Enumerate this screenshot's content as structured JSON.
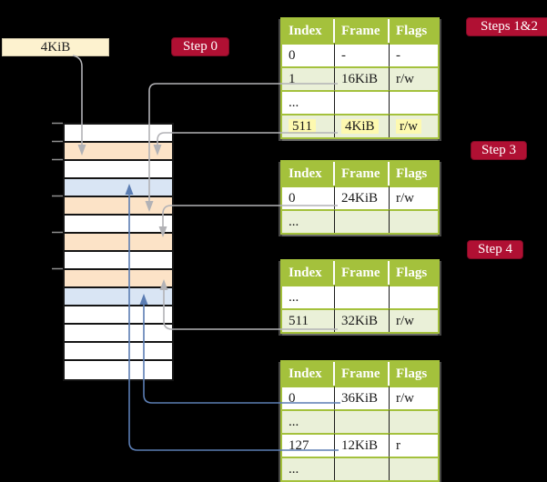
{
  "frame_size_label": "4KiB",
  "steps": {
    "step0": "Step 0",
    "steps12": "Steps 1&2",
    "step3": "Step 3",
    "step4": "Step 4"
  },
  "colors": {
    "table_header_green": "#a4c13c",
    "table_row_green": "#eaf0d8",
    "highlight_yellow": "#fdf9b0",
    "step_badge_red": "#b01033",
    "frame_size_label_cream": "#fdf2cf",
    "memory_frame_orange": "#fce3c7",
    "memory_frame_blue": "#d9e5f4",
    "connector_gray": "#b2b2b6",
    "connector_blue": "#5b7db3",
    "background": "#000000"
  },
  "memory_frames": [
    "white",
    "orange",
    "white",
    "blue",
    "orange",
    "white",
    "orange",
    "white",
    "orange",
    "blue",
    "white",
    "white",
    "white",
    "white"
  ],
  "tables": [
    {
      "name": "page-table-root-steps-1-2",
      "columns": [
        "Index",
        "Frame",
        "Flags"
      ],
      "rows": [
        {
          "cells": [
            "0",
            "-",
            "-"
          ],
          "shade": "white",
          "highlight": false
        },
        {
          "cells": [
            "1",
            "16KiB",
            "r/w"
          ],
          "shade": "green",
          "highlight": false
        },
        {
          "cells": [
            "...",
            "",
            ""
          ],
          "shade": "white",
          "highlight": false
        },
        {
          "cells": [
            "511",
            "4KiB",
            "r/w"
          ],
          "shade": "green",
          "highlight": true
        }
      ]
    },
    {
      "name": "page-table-step-3",
      "columns": [
        "Index",
        "Frame",
        "Flags"
      ],
      "rows": [
        {
          "cells": [
            "0",
            "24KiB",
            "r/w"
          ],
          "shade": "white",
          "highlight": false
        },
        {
          "cells": [
            "...",
            "",
            ""
          ],
          "shade": "green",
          "highlight": false
        }
      ]
    },
    {
      "name": "page-table-step-4",
      "columns": [
        "Index",
        "Frame",
        "Flags"
      ],
      "rows": [
        {
          "cells": [
            "...",
            "",
            ""
          ],
          "shade": "white",
          "highlight": false
        },
        {
          "cells": [
            "511",
            "32KiB",
            "r/w"
          ],
          "shade": "green",
          "highlight": false
        }
      ]
    },
    {
      "name": "page-table-leaf",
      "columns": [
        "Index",
        "Frame",
        "Flags"
      ],
      "rows": [
        {
          "cells": [
            "0",
            "36KiB",
            "r/w"
          ],
          "shade": "white",
          "highlight": false
        },
        {
          "cells": [
            "...",
            "",
            ""
          ],
          "shade": "green",
          "highlight": false
        },
        {
          "cells": [
            "127",
            "12KiB",
            "r"
          ],
          "shade": "white",
          "highlight": false
        },
        {
          "cells": [
            "...",
            "",
            ""
          ],
          "shade": "green",
          "highlight": false
        }
      ]
    }
  ]
}
